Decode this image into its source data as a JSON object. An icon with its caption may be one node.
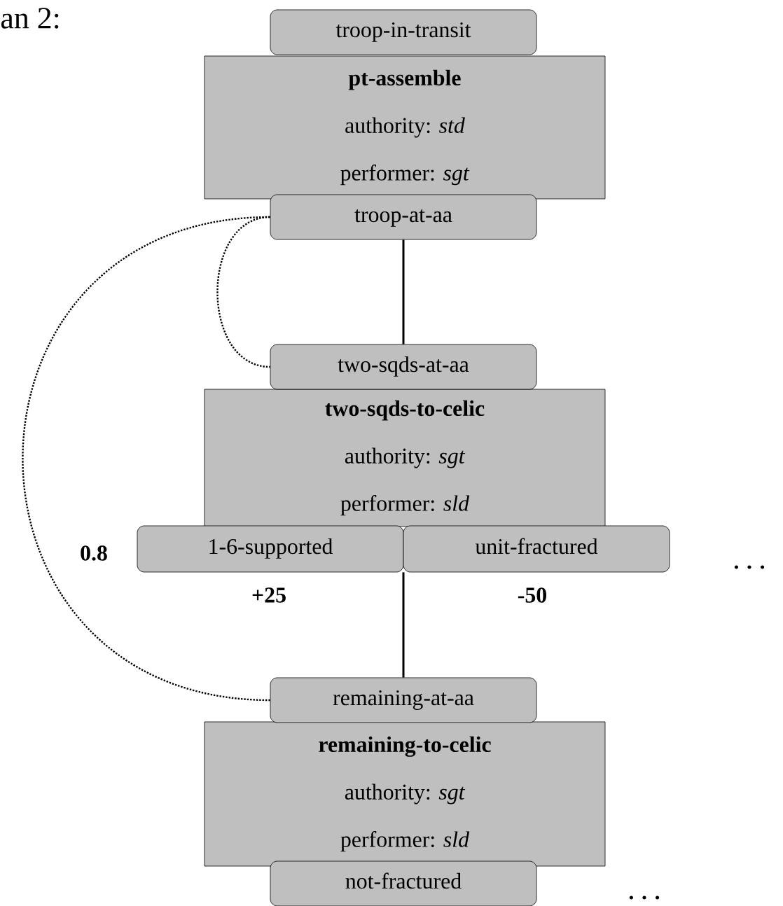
{
  "diagram": {
    "nodes": [
      {
        "text": [
          "troop-in-transit"
        ]
      },
      {
        "text": [
          "pt-assemble",
          "authority: *std*",
          "performer: *sgt*"
        ]
      },
      {
        "text": [
          "troop-at-aa"
        ]
      },
      {
        "text": [
          "two-sqds-at-aa"
        ]
      },
      {
        "text": [
          "two-sqds-to-celic",
          "authority: *sgt*",
          "performer: *sld*"
        ]
      },
      {
        "text": [
          "1-6-supported"
        ],
        "beside": [
          "0.8",
          "+25"
        ]
      },
      {
        "text": [
          "unit-fractured"
        ],
        "beside": [
          "-50"
        ]
      },
      {
        "text": [
          "remaining-at-aa"
        ]
      },
      {
        "text": [
          "remaining-to-celic",
          "authority: *sgt*",
          "performer: *sld*"
        ]
      },
      {
        "text": [
          "not-fractured"
        ]
      }
    ],
    "edges": [
      {
        "from": 2,
        "to": 3,
        "arrow": "none"
      },
      {
        "from": 2,
        "to": 3,
        "arrow": "none",
        "style": "dashed"
      },
      {
        "from": 2,
        "to": 7,
        "arrow": "none",
        "style": "dashed"
      },
      {
        "from": 5,
        "to": 7,
        "arrow": "none"
      },
      {
        "from": 6,
        "to": 7,
        "arrow": "none"
      }
    ],
    "labels": [
      "an 2:",
      ". . .",
      ". . ."
    ]
  }
}
